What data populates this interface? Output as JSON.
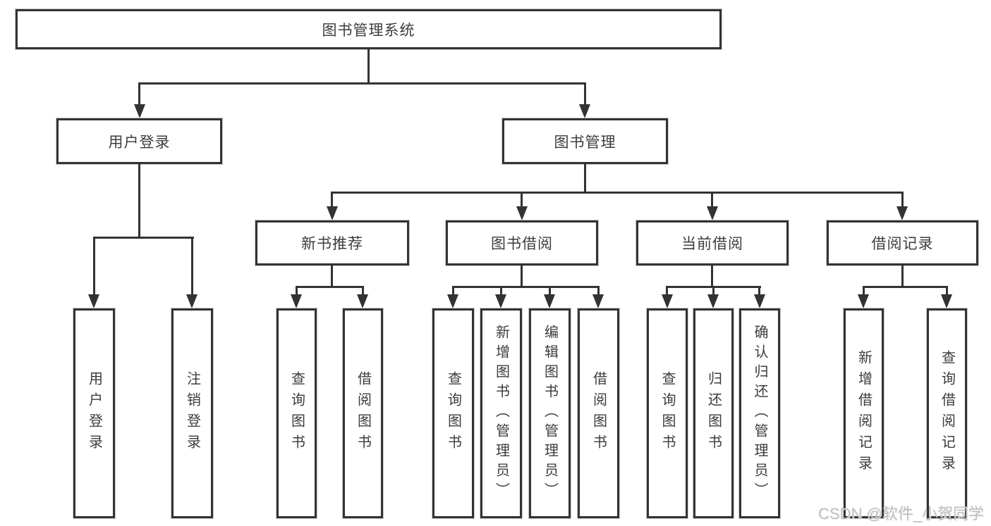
{
  "diagram_type": "hierarchy-tree",
  "colors": {
    "line": "#333333",
    "box_border": "#333333",
    "box_fill": "#ffffff",
    "text": "#3c3c3c",
    "watermark": "#bfbfbf",
    "background": "#ffffff"
  },
  "nodes": {
    "root": "图书管理系统",
    "user_login": "用户登录",
    "book_mgmt": "图书管理",
    "new_book_rec": "新书推荐",
    "book_borrow": "图书借阅",
    "current_borrow": "当前借阅",
    "borrow_records": "借阅记录",
    "leaf_user_login": "用户登录",
    "leaf_logout": "注销登录",
    "leaf_nb_query": "查询图书",
    "leaf_nb_borrow": "借阅图书",
    "leaf_bb_query": "查询图书",
    "leaf_bb_add": "新增图书（管理员）",
    "leaf_bb_edit": "编辑图书（管理员）",
    "leaf_bb_borrow": "借阅图书",
    "leaf_cb_query": "查询图书",
    "leaf_cb_return": "归还图书",
    "leaf_cb_confirm": "确认归还（管理员）",
    "leaf_br_add": "新增借阅记录",
    "leaf_br_query": "查询借阅记录"
  },
  "tree": {
    "root": "图书管理系统",
    "children": [
      {
        "label": "用户登录",
        "children": [
          "用户登录",
          "注销登录"
        ]
      },
      {
        "label": "图书管理",
        "children": [
          {
            "label": "新书推荐",
            "children": [
              "查询图书",
              "借阅图书"
            ]
          },
          {
            "label": "图书借阅",
            "children": [
              "查询图书",
              "新增图书（管理员）",
              "编辑图书（管理员）",
              "借阅图书"
            ]
          },
          {
            "label": "当前借阅",
            "children": [
              "查询图书",
              "归还图书",
              "确认归还（管理员）"
            ]
          },
          {
            "label": "借阅记录",
            "children": [
              "新增借阅记录",
              "查询借阅记录"
            ]
          }
        ]
      }
    ]
  },
  "watermark": {
    "text": "CSDN @软件_小贺同学"
  }
}
